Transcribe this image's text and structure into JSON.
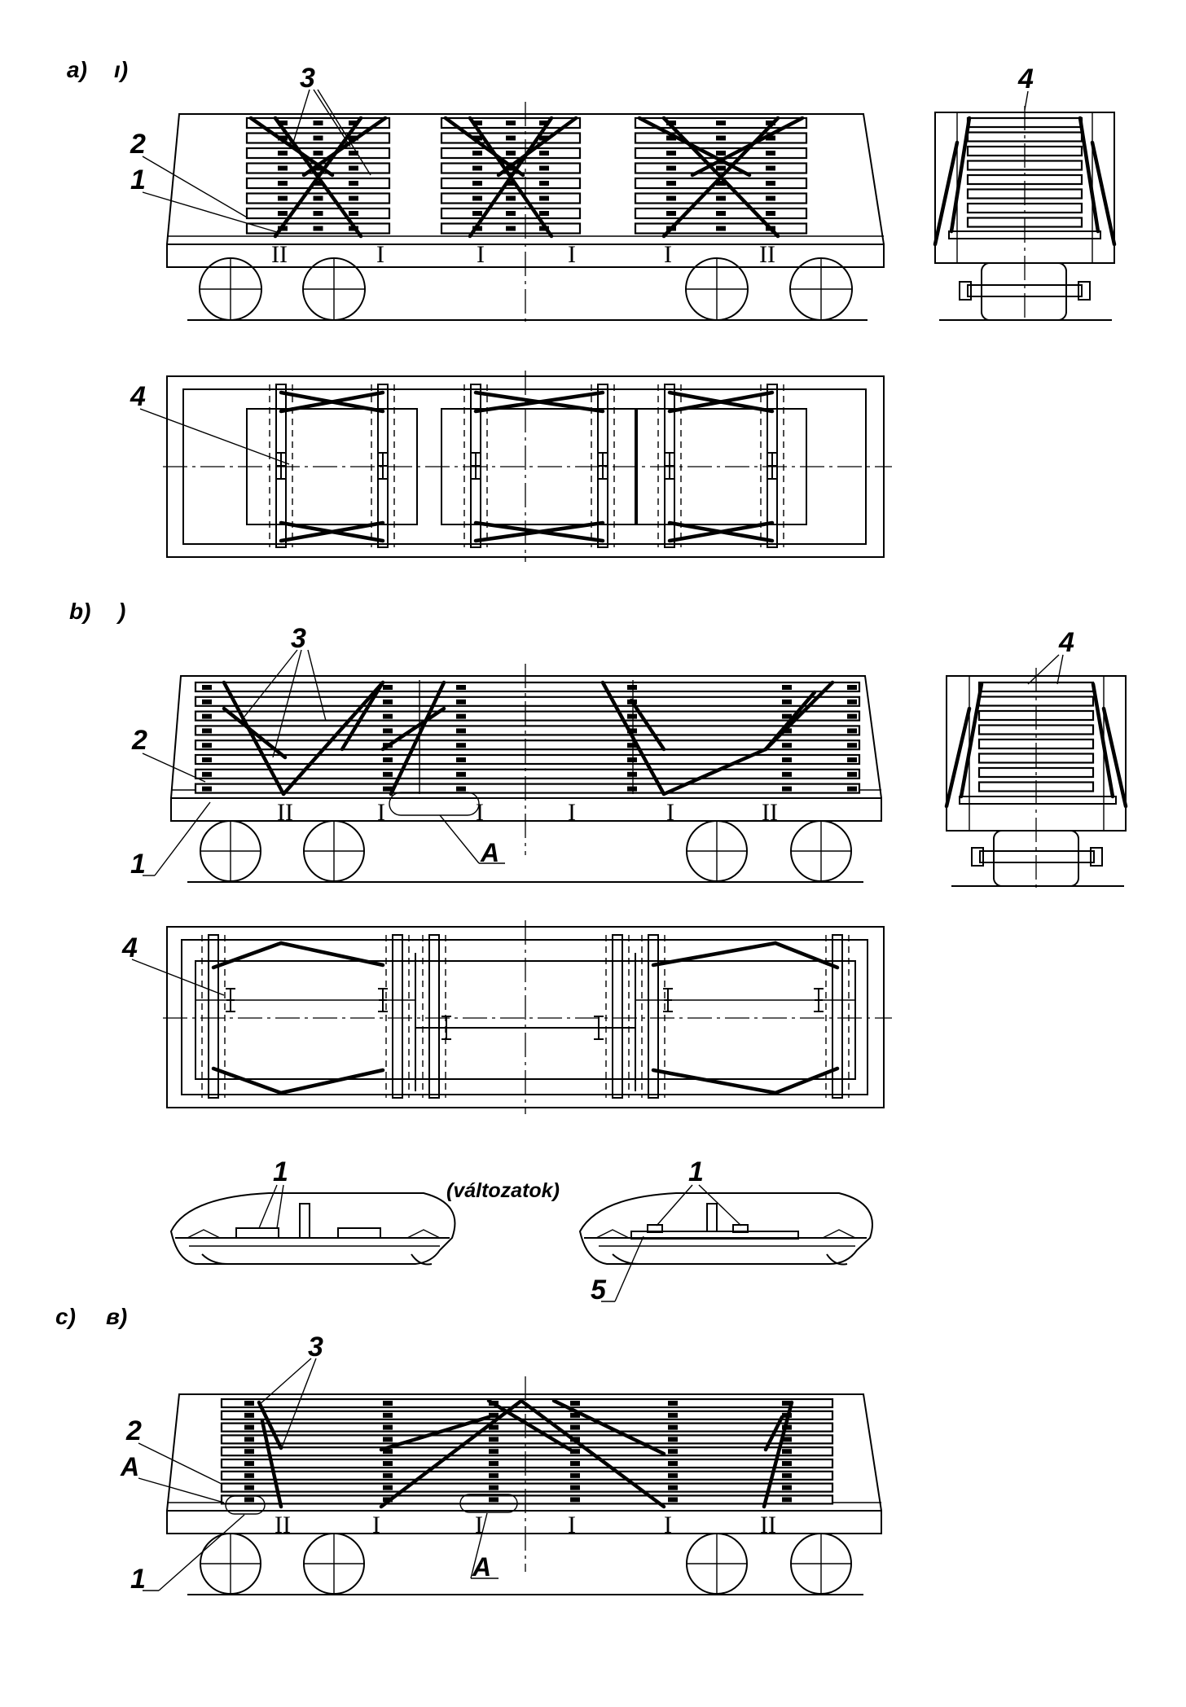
{
  "sections": [
    {
      "id": "a",
      "label": "a)",
      "stray": "ı)"
    },
    {
      "id": "b",
      "label": "b)",
      "stray": ")"
    },
    {
      "id": "c",
      "label": "c)",
      "stray": "в)"
    }
  ],
  "callouts": {
    "n1": "1",
    "n2": "2",
    "n3": "3",
    "n4": "4",
    "n5": "5",
    "detail": "A"
  },
  "roman": {
    "one": "I",
    "two": "II"
  },
  "variants_caption": "(változatok)"
}
